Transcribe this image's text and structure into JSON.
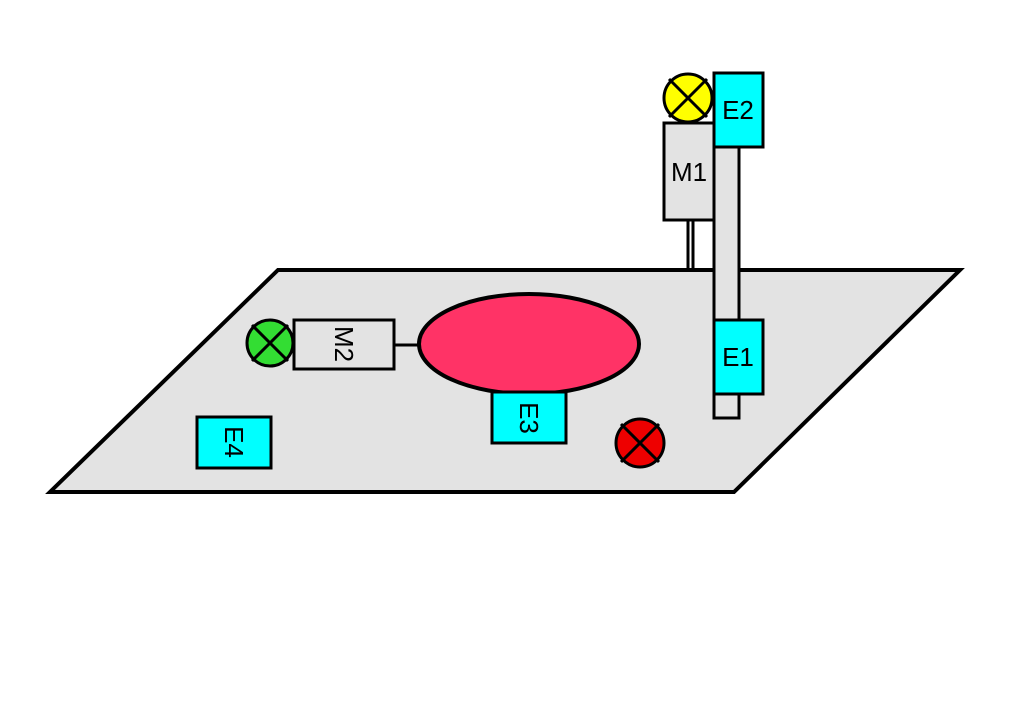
{
  "colors": {
    "platform": "#e3e3e3",
    "stroke": "#000000",
    "motor_fill": "#e3e3e3",
    "sensor_fill": "#00ffff",
    "table_fill": "#ff3366",
    "lamp_yellow": "#ffff00",
    "lamp_green": "#33dd33",
    "lamp_red": "#ee0000"
  },
  "motors": {
    "m1": "M1",
    "m2": "M2"
  },
  "sensors": {
    "e1": "E1",
    "e2": "E2",
    "e3": "E3",
    "e4": "E4"
  },
  "lamps": {
    "top": "yellow",
    "left": "green",
    "bottom": "red"
  }
}
